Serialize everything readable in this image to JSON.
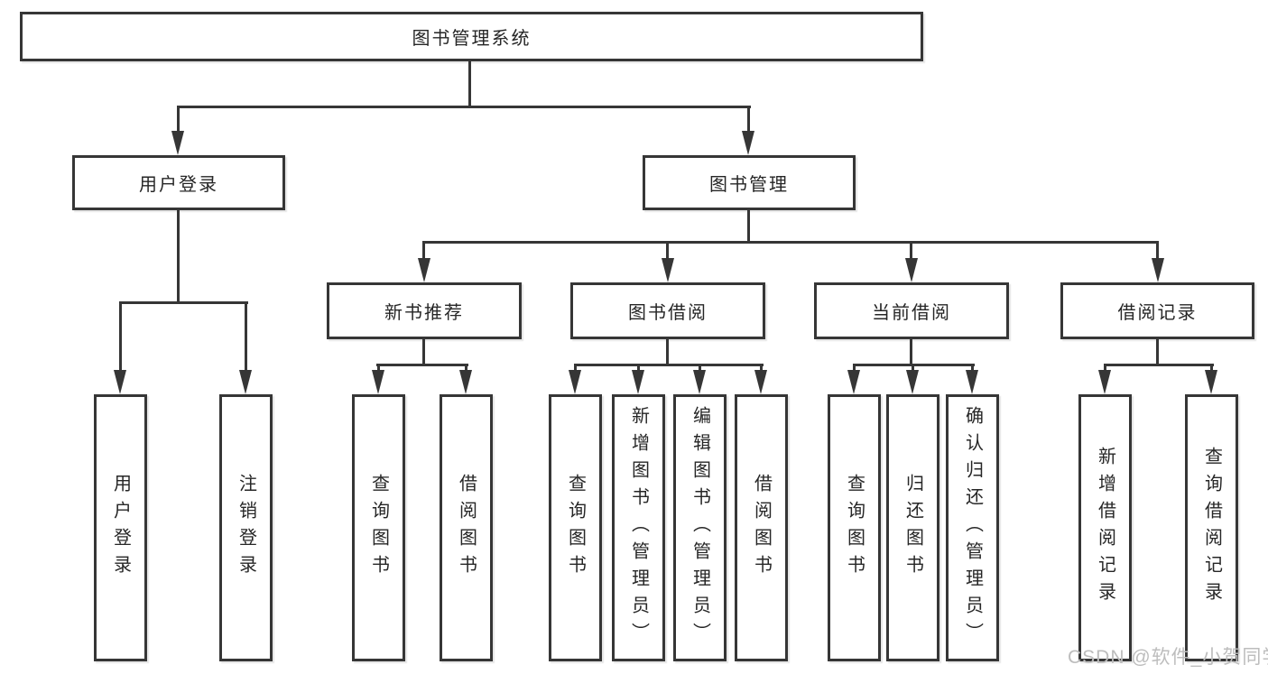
{
  "diagram": {
    "root": "图书管理系统",
    "level2": [
      "用户登录",
      "图书管理"
    ],
    "level3": [
      "新书推荐",
      "图书借阅",
      "当前借阅",
      "借阅记录"
    ],
    "leaves": {
      "user_login": [
        "用户登录",
        "注销登录"
      ],
      "new_book_recommend": [
        "查询图书",
        "借阅图书"
      ],
      "book_borrow": [
        "查询图书",
        "新增图书（管理员）",
        "编辑图书（管理员）",
        "借阅图书"
      ],
      "current_borrow": [
        "查询图书",
        "归还图书",
        "确认归还（管理员）"
      ],
      "borrow_records": [
        "新增借阅记录",
        "查询借阅记录"
      ]
    },
    "watermark": "CSDN @软件_小贺同学",
    "colors": {
      "line": "#363636",
      "box_background": "#ffffff",
      "text": "#262626",
      "watermark": "#bdbdbd"
    }
  }
}
